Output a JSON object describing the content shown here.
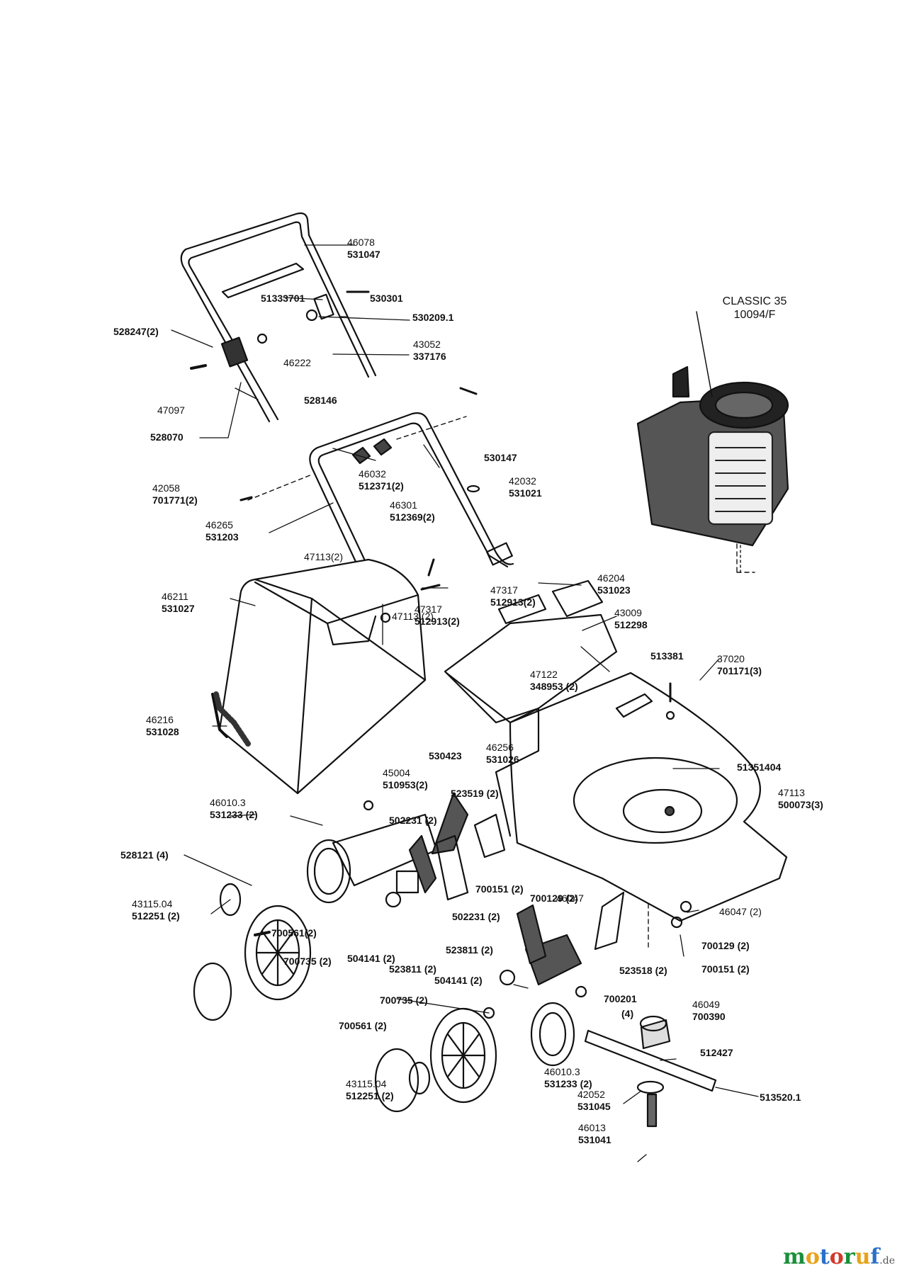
{
  "model": {
    "name": "CLASSIC 35",
    "code": "10094/F"
  },
  "watermark": {
    "letters": [
      "m",
      "o",
      "t",
      "o",
      "r",
      "u",
      "f"
    ],
    "colors": [
      "#1a8f3a",
      "#e8a21a",
      "#2a6fc9",
      "#d33a2c",
      "#1a8f3a",
      "#e8a21a",
      "#2a6fc9"
    ],
    "suffix": ".de"
  },
  "labels": [
    {
      "id": "l46078",
      "num": "46078",
      "part": "531047"
    },
    {
      "id": "l51333701",
      "num": "",
      "part": "51333701"
    },
    {
      "id": "l530301",
      "num": "",
      "part": "530301"
    },
    {
      "id": "l5302091",
      "num": "",
      "part": "530209.1"
    },
    {
      "id": "l43052",
      "num": "43052",
      "part": "337176"
    },
    {
      "id": "l528247",
      "num": "",
      "part": "528247(2)"
    },
    {
      "id": "l46222",
      "num": "46222",
      "part": ""
    },
    {
      "id": "l47097",
      "num": "47097",
      "part": ""
    },
    {
      "id": "l528146",
      "num": "",
      "part": "528146"
    },
    {
      "id": "l528070",
      "num": "",
      "part": "528070"
    },
    {
      "id": "l530147",
      "num": "",
      "part": "530147"
    },
    {
      "id": "l42058",
      "num": "42058",
      "part": "701771(2)"
    },
    {
      "id": "l46032",
      "num": "46032",
      "part": "512371(2)"
    },
    {
      "id": "l42032",
      "num": "42032",
      "part": "531021"
    },
    {
      "id": "l46301",
      "num": "46301",
      "part": "512369(2)"
    },
    {
      "id": "l46265",
      "num": "46265",
      "part": "531203"
    },
    {
      "id": "l47113a",
      "num": "47113(2)",
      "part": ""
    },
    {
      "id": "l46204",
      "num": "46204",
      "part": "531023"
    },
    {
      "id": "l47317a",
      "num": "47317",
      "part": "512913(2)"
    },
    {
      "id": "l46211",
      "num": "46211",
      "part": "531027"
    },
    {
      "id": "l47317b",
      "num": "47317",
      "part": "512913(2)"
    },
    {
      "id": "l47113b",
      "num": "47113 (2)",
      "part": ""
    },
    {
      "id": "l43009",
      "num": "43009",
      "part": "512298"
    },
    {
      "id": "l47122",
      "num": "47122",
      "part": "348953 (2)"
    },
    {
      "id": "l513381",
      "num": "",
      "part": "513381"
    },
    {
      "id": "l37020",
      "num": "37020",
      "part": "701171(3)"
    },
    {
      "id": "l46216",
      "num": "46216",
      "part": "531028"
    },
    {
      "id": "l530423",
      "num": "",
      "part": "530423"
    },
    {
      "id": "l46256",
      "num": "46256",
      "part": "531026"
    },
    {
      "id": "l45004",
      "num": "45004",
      "part": "510953(2)"
    },
    {
      "id": "l51351404",
      "num": "",
      "part": "51351404"
    },
    {
      "id": "l460103a",
      "num": "46010.3",
      "part": "531233 (2)"
    },
    {
      "id": "l523519",
      "num": "",
      "part": "523519 (2)"
    },
    {
      "id": "l502231a",
      "num": "",
      "part": "502231 (2)"
    },
    {
      "id": "l47113c",
      "num": "47113",
      "part": "500073(3)"
    },
    {
      "id": "l528121",
      "num": "",
      "part": "528121 (4)"
    },
    {
      "id": "l700151a",
      "num": "",
      "part": "700151 (2)"
    },
    {
      "id": "l700129a",
      "num": "",
      "part": "700129 (2)"
    },
    {
      "id": "l46047a",
      "num": "46047",
      "part": ""
    },
    {
      "id": "l4311504a",
      "num": "43115.04",
      "part": "512251 (2)"
    },
    {
      "id": "l502231b",
      "num": "",
      "part": "502231 (2)"
    },
    {
      "id": "l46047b",
      "num": "",
      "part": "46047 (2)"
    },
    {
      "id": "l700561a",
      "num": "",
      "part": "700561(2)"
    },
    {
      "id": "l700735a",
      "num": "",
      "part": "700735 (2)"
    },
    {
      "id": "l504141a",
      "num": "",
      "part": "504141 (2)"
    },
    {
      "id": "l523811a",
      "num": "",
      "part": "523811 (2)"
    },
    {
      "id": "l523811b",
      "num": "",
      "part": "523811 (2)"
    },
    {
      "id": "l700129b",
      "num": "",
      "part": "700129 (2)"
    },
    {
      "id": "l523518",
      "num": "",
      "part": "523518 (2)"
    },
    {
      "id": "l700151b",
      "num": "",
      "part": "700151 (2)"
    },
    {
      "id": "l504141b",
      "num": "",
      "part": "504141 (2)"
    },
    {
      "id": "l700735b",
      "num": "",
      "part": "700735 (2)"
    },
    {
      "id": "l700201",
      "num": "",
      "part": "700201"
    },
    {
      "id": "l700201q",
      "num": "",
      "part": "(4)"
    },
    {
      "id": "l46049",
      "num": "46049",
      "part": "700390"
    },
    {
      "id": "l700561b",
      "num": "",
      "part": "700561 (2)"
    },
    {
      "id": "l512427",
      "num": "",
      "part": "512427"
    },
    {
      "id": "l460103b",
      "num": "46010.3",
      "part": "531233 (2)"
    },
    {
      "id": "l4311504b",
      "num": "43115.04",
      "part": "512251 (2)"
    },
    {
      "id": "l42052",
      "num": "42052",
      "part": "531045"
    },
    {
      "id": "l5135201",
      "num": "",
      "part": "513520.1"
    },
    {
      "id": "l46013",
      "num": "46013",
      "part": "531041"
    }
  ]
}
